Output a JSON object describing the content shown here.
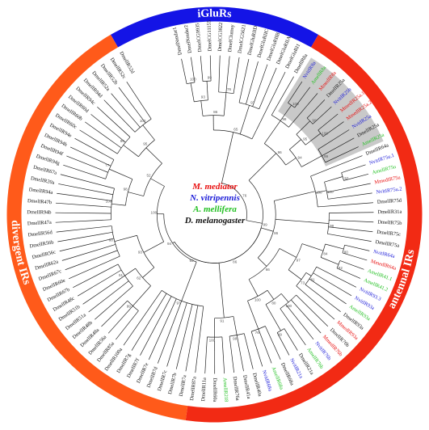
{
  "ring": {
    "sections": [
      {
        "key": "iglur",
        "label": "iGluRs",
        "color": "#1414e6",
        "start": -30,
        "end": 30
      },
      {
        "key": "antennal",
        "label": "antennal IRs",
        "color": "#f22a14",
        "start": 30,
        "end": 188
      },
      {
        "key": "divergent",
        "label": "divergent IRs",
        "color": "#ff5a1a",
        "start": 188,
        "end": 330
      }
    ]
  },
  "legend": [
    {
      "label": "M. mediator",
      "color": "#e81010"
    },
    {
      "label": "N. vitripennis",
      "color": "#1a1ad8"
    },
    {
      "label": "A. mellifera",
      "color": "#22c022"
    },
    {
      "label": "D. melanogaster",
      "color": "#111111"
    }
  ],
  "species_colors": {
    "M": "#e81010",
    "N": "#1a1ad8",
    "A": "#22c022",
    "D": "#111111"
  },
  "leaves": [
    [
      "DmelNmdar1",
      "D"
    ],
    [
      "DmelNmdar2",
      "D"
    ],
    [
      "DmelCG9935",
      "D"
    ],
    [
      "DmelCG11155",
      "D"
    ],
    [
      "DmelCG3822",
      "D"
    ],
    [
      "DmelClumsy",
      "D"
    ],
    [
      "DmelCG5621",
      "D"
    ],
    [
      "DmelGluRIID",
      "D"
    ],
    [
      "DmelGluRIIC",
      "D"
    ],
    [
      "DmelGluRIIB",
      "D"
    ],
    [
      "DmelGluRIIA",
      "D"
    ],
    [
      "DmelGluRI1",
      "D"
    ],
    [
      "DmelIR8a",
      "D"
    ],
    [
      "NvitIR8a",
      "N"
    ],
    [
      "AmelIR8a",
      "A"
    ],
    [
      "MmedIR8a",
      "M"
    ],
    [
      "DmelIR25a",
      "D"
    ],
    [
      "NvitIR25b",
      "N"
    ],
    [
      "MmedIR25a.1",
      "M"
    ],
    [
      "MmedIR25a.2",
      "M"
    ],
    [
      "NvitIR25a",
      "N"
    ],
    [
      "DmelIR25a",
      "D"
    ],
    [
      "AmelIR25a",
      "A"
    ],
    [
      "DmelIR64a",
      "D"
    ],
    [
      "NvitIR75u.1",
      "N"
    ],
    [
      "AmelIR75u",
      "A"
    ],
    [
      "MmedIR75u",
      "M"
    ],
    [
      "NvitIR75u.2",
      "N"
    ],
    [
      "DmelIR75d",
      "D"
    ],
    [
      "DmelIR31a",
      "D"
    ],
    [
      "DmelIR75b",
      "D"
    ],
    [
      "DmelIR75c",
      "D"
    ],
    [
      "DmelIR75a",
      "D"
    ],
    [
      "NvitIR64a",
      "N"
    ],
    [
      "MmedIR64a",
      "M"
    ],
    [
      "AmelIR41.1",
      "A"
    ],
    [
      "AmelIR41.2",
      "A"
    ],
    [
      "NvitIR93.3",
      "N"
    ],
    [
      "NvitIR93a",
      "N"
    ],
    [
      "AmelIR93a",
      "A"
    ],
    [
      "DmelIR93a",
      "D"
    ],
    [
      "MmedIR93a",
      "M"
    ],
    [
      "DmelIR76b",
      "D"
    ],
    [
      "MmedIR76b",
      "M"
    ],
    [
      "NvitIR76b",
      "N"
    ],
    [
      "AmelIR76b",
      "A"
    ],
    [
      "DmelIR21a",
      "D"
    ],
    [
      "NvitIR21a",
      "N"
    ],
    [
      "DmelIR68a",
      "D"
    ],
    [
      "AmelIR68a",
      "A"
    ],
    [
      "NvitIR68a",
      "N"
    ],
    [
      "DmelIR40a",
      "D"
    ],
    [
      "DmelIR41a",
      "D"
    ],
    [
      "DmelIR76a",
      "D"
    ],
    [
      "AmelIR218",
      "A"
    ],
    [
      "DmelIR60a",
      "D"
    ],
    [
      "DmelIR11a",
      "D"
    ],
    [
      "DmelIR87a",
      "D"
    ],
    [
      "DmelIR7a",
      "D"
    ],
    [
      "DmelIR7b",
      "D"
    ],
    [
      "DmelIR7c",
      "D"
    ],
    [
      "DmelIR7d",
      "D"
    ],
    [
      "DmelIR7e",
      "D"
    ],
    [
      "DmelIR7f",
      "D"
    ],
    [
      "DmelIR7g",
      "D"
    ],
    [
      "DmelIR100a",
      "D"
    ],
    [
      "DmelIR85a",
      "D"
    ],
    [
      "DmelIR56a",
      "D"
    ],
    [
      "DmelIR48a",
      "D"
    ],
    [
      "DmelIR48b",
      "D"
    ],
    [
      "DmelIR51a",
      "D"
    ],
    [
      "DmelIR51b",
      "D"
    ],
    [
      "DmelIR48c",
      "D"
    ],
    [
      "DmelIR67b",
      "D"
    ],
    [
      "DmelIR60e",
      "D"
    ],
    [
      "DmelIR67c",
      "D"
    ],
    [
      "DmelIR62a",
      "D"
    ],
    [
      "DmelIR56c",
      "D"
    ],
    [
      "DmelIR56b",
      "D"
    ],
    [
      "DmelIR56d",
      "D"
    ],
    [
      "DmelIR47a",
      "D"
    ],
    [
      "DmelIR94b",
      "D"
    ],
    [
      "DmelIR47b",
      "D"
    ],
    [
      "DmelIR94a",
      "D"
    ],
    [
      "DmelIR20a",
      "D"
    ],
    [
      "DmelIR67a",
      "D"
    ],
    [
      "DmelIR94g",
      "D"
    ],
    [
      "DmelIR94f",
      "D"
    ],
    [
      "DmelIR94h",
      "D"
    ],
    [
      "DmelIR94e",
      "D"
    ],
    [
      "DmelIR60c",
      "D"
    ],
    [
      "DmelIR60b",
      "D"
    ],
    [
      "DmelIR60d",
      "D"
    ],
    [
      "DmelIR94c",
      "D"
    ],
    [
      "DmelIR94d",
      "D"
    ],
    [
      "DmelIR52a",
      "D"
    ],
    [
      "DmelIR52b",
      "D"
    ],
    [
      "DmelIR52c",
      "D"
    ],
    [
      "DmelIR52d",
      "D"
    ]
  ],
  "bootstrap": [
    "100",
    "99",
    "93",
    "76",
    "86",
    "97",
    "65",
    "100",
    "98",
    "99",
    "100",
    "95",
    "99",
    "94",
    "96",
    "52",
    "100",
    "100",
    "99",
    "80",
    "92",
    "84",
    "81",
    "73",
    "97",
    "100",
    "99",
    "80",
    "76",
    "100",
    "66",
    "86",
    "99",
    "100",
    "91",
    "97",
    "99",
    "51",
    "62",
    "88",
    "93",
    "100",
    "77",
    "98",
    "96",
    "100",
    "95",
    "52",
    "100",
    "94",
    "93",
    "86",
    "99",
    "76",
    "100",
    "91",
    "88",
    "57",
    "100",
    "65",
    "98",
    "99",
    "73",
    "90",
    "100"
  ]
}
